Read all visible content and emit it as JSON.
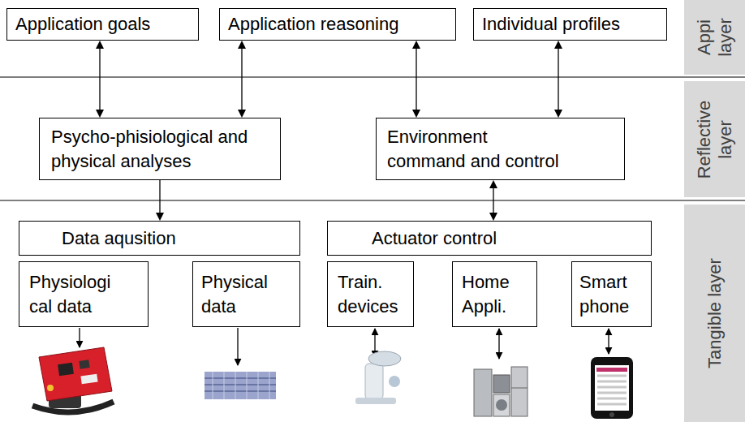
{
  "diagram": {
    "nodes": [
      {
        "text": [
          "Application goals"
        ]
      },
      {
        "text": [
          "Application reasoning"
        ]
      },
      {
        "text": [
          "Individual profiles"
        ]
      },
      {
        "text": [
          "Appi layer"
        ]
      },
      {
        "text": [
          "Psycho-phisiological and physical analyses"
        ]
      },
      {
        "text": [
          "Environment command and control"
        ]
      },
      {
        "text": [
          "Reflective layer"
        ]
      },
      {
        "text": [
          "Data aqusition"
        ]
      },
      {
        "text": [
          "Actuator control"
        ]
      },
      {
        "text": [
          "Physiologi cal data"
        ]
      },
      {
        "text": [
          "Physical data"
        ]
      },
      {
        "text": [
          "Train. devices"
        ]
      },
      {
        "text": [
          "Home Appli."
        ]
      },
      {
        "text": [
          "Smart phone"
        ]
      },
      {
        "text": [
          "Tangible layer"
        ]
      }
    ],
    "edges": [
      {
        "from": 0,
        "to": 4,
        "arrow": "both"
      },
      {
        "from": 1,
        "to": 4,
        "arrow": "both"
      },
      {
        "from": 1,
        "to": 5,
        "arrow": "both"
      },
      {
        "from": 2,
        "to": 5,
        "arrow": "both"
      },
      {
        "from": 4,
        "to": 7,
        "arrow": "to"
      },
      {
        "from": 5,
        "to": 8,
        "arrow": "both"
      }
    ]
  }
}
